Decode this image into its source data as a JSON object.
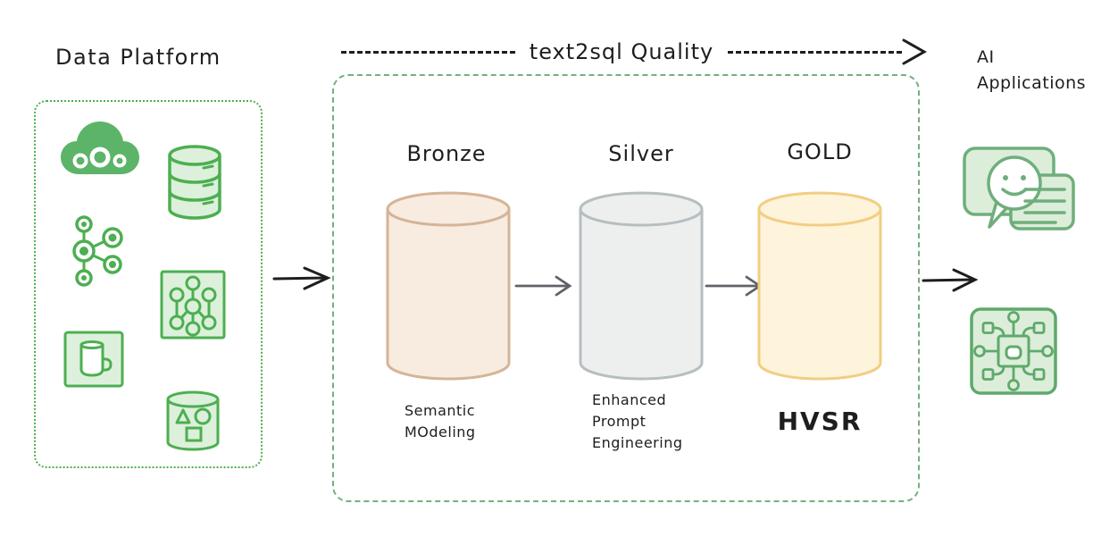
{
  "titles": {
    "data_platform": "Data Platform",
    "quality_flow": "text2sql Quality",
    "ai_applications": "AI\nApplications"
  },
  "stages": [
    {
      "title": "Bronze",
      "caption": "Semantic\nMOdeling",
      "fill": "#f8ebdf",
      "stroke": "#d5b497"
    },
    {
      "title": "Silver",
      "caption": "Enhanced\nPrompt\nEngineering",
      "fill": "#edefef",
      "stroke": "#b6bec0"
    },
    {
      "title": "GOLD",
      "caption": "HVSR",
      "fill": "#fdf4db",
      "stroke": "#f2cd83"
    }
  ],
  "icons": {
    "data_platform": [
      "cloud-icon",
      "database-icon",
      "node-graph-icon",
      "network-box-icon",
      "mug-icon",
      "data-objects-cylinder-icon"
    ],
    "ai_applications": [
      "chat-assistant-icon",
      "ai-chip-icon"
    ]
  },
  "colors": {
    "icon_green_stroke": "#4caf50",
    "icon_green_fill": "#ddf0dc",
    "cloud_green": "#5cb468",
    "left_box_border": "#4caf50",
    "mid_box_border": "#74b07e",
    "right_icon_stroke": "#6fae7c",
    "right_icon_fill": "#dcedda",
    "arrow_black": "#1e1e1e",
    "arrow_gray": "#5f6368",
    "text_black": "#1e1e1e"
  }
}
